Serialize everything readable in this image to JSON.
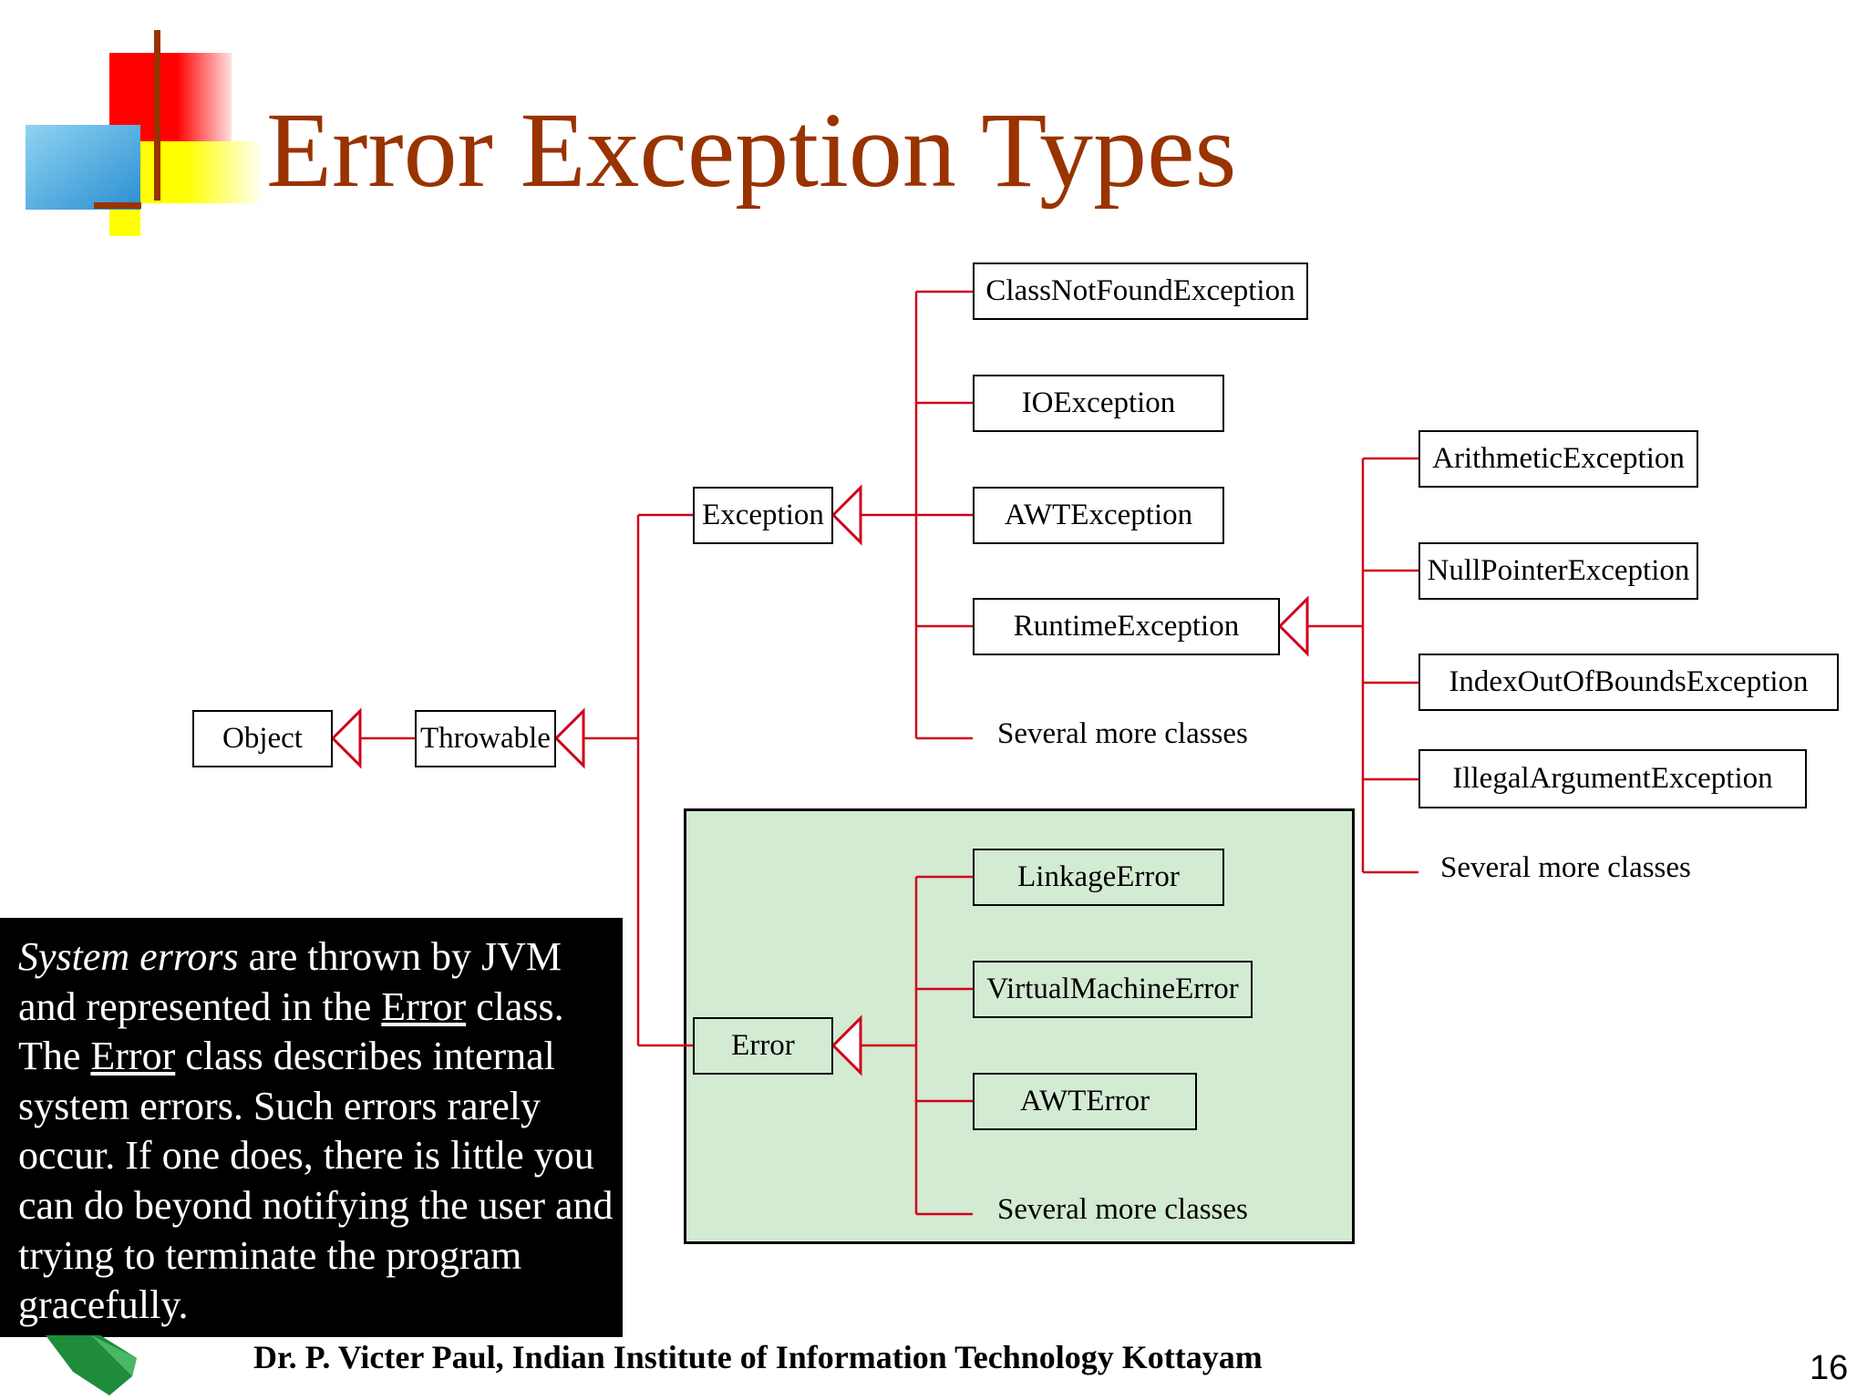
{
  "slide": {
    "title": "Error Exception Types",
    "footer": "Dr. P. Victer Paul, Indian Institute of Information Technology Kottayam",
    "page_number": "16"
  },
  "colors": {
    "title": "#993300",
    "connector": "#d0021b",
    "error_group_fill": "#d3ead3",
    "note_bg": "#000000",
    "logo_red": "#ff0000",
    "logo_blue": "#3aa0d8",
    "logo_yellow": "#ffff00",
    "logo_bar": "#993300"
  },
  "diagram": {
    "object": "Object",
    "throwable": "Throwable",
    "exception": "Exception",
    "error": "Error",
    "exception_children": [
      "ClassNotFoundException",
      "IOException",
      "AWTException",
      "RuntimeException"
    ],
    "exception_more": "Several more classes",
    "runtime_children": [
      "ArithmeticException",
      "NullPointerException",
      "IndexOutOfBoundsException",
      "IllegalArgumentException"
    ],
    "runtime_more": "Several more classes",
    "error_children": [
      "LinkageError",
      "VirtualMachineError",
      "AWTError"
    ],
    "error_more": "Several more classes"
  },
  "note": {
    "system_errors": "System errors",
    "t1": " are thrown by JVM and represented in the ",
    "error_word": "Error",
    "t2": " class. The ",
    "t3": " class describes internal system errors. Such errors rarely occur. If one does, there is little you can do beyond notifying the user and trying to terminate the program gracefully."
  }
}
